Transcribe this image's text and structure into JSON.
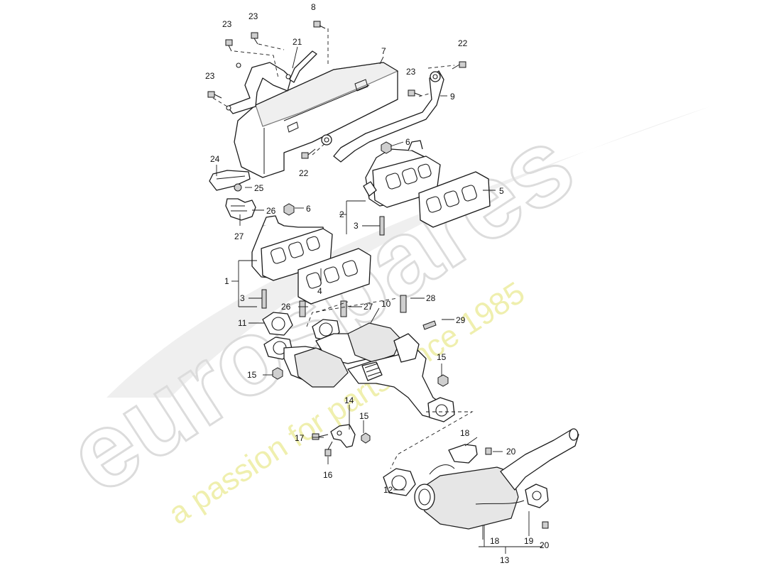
{
  "watermark": {
    "brand": "eurospares",
    "tagline": "a passion for parts since 1985",
    "color": "#d8d8d8",
    "tagline_color": "#e9e97a"
  },
  "callouts": {
    "c1": "1",
    "c2": "2",
    "c3a": "3",
    "c3b": "3",
    "c4": "4",
    "c5": "5",
    "c6a": "6",
    "c6b": "6",
    "c7": "7",
    "c8": "8",
    "c9": "9",
    "c10": "10",
    "c11": "11",
    "c12": "12",
    "c13": "13",
    "c14": "14",
    "c15a": "15",
    "c15b": "15",
    "c15c": "15",
    "c16": "16",
    "c17": "17",
    "c18a": "18",
    "c18b": "18",
    "c19": "19",
    "c20a": "20",
    "c20b": "20",
    "c21": "21",
    "c22a": "22",
    "c22b": "22",
    "c23a": "23",
    "c23b": "23",
    "c23c": "23",
    "c23d": "23",
    "c24": "24",
    "c25": "25",
    "c26a": "26",
    "c26b": "26",
    "c27a": "27",
    "c27b": "27",
    "c28": "28",
    "c29": "29"
  }
}
